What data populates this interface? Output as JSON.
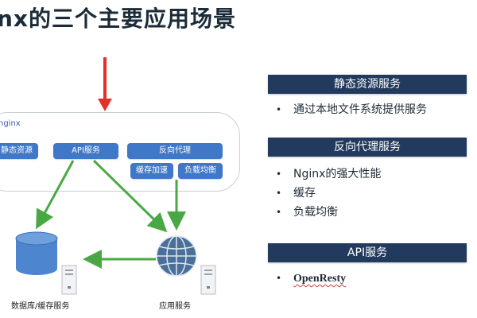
{
  "title": "nx的三个主要应用场景",
  "diagram": {
    "nginx_label": "nginx",
    "static_btn": "静态资源",
    "api_btn": "API服务",
    "proxy_btn": "反向代理",
    "cache_btn": "缓存加速",
    "lb_btn": "负载均衡",
    "db_label": "数据库/缓存服务",
    "app_label": "应用服务",
    "colors": {
      "arrow_red": "#e0312a",
      "arrow_green": "#49a844",
      "pill_blue": "#3f78c9",
      "db_blue": "#4d86cf"
    }
  },
  "sections": [
    {
      "header": "静态资源服务",
      "items": [
        "通过本地文件系统提供服务"
      ]
    },
    {
      "header": "反向代理服务",
      "items": [
        "Nginx的强大性能",
        "缓存",
        "负载均衡"
      ]
    },
    {
      "header": "API服务",
      "items": [
        "OpenResty"
      ]
    }
  ],
  "header_color": "#223a5e"
}
